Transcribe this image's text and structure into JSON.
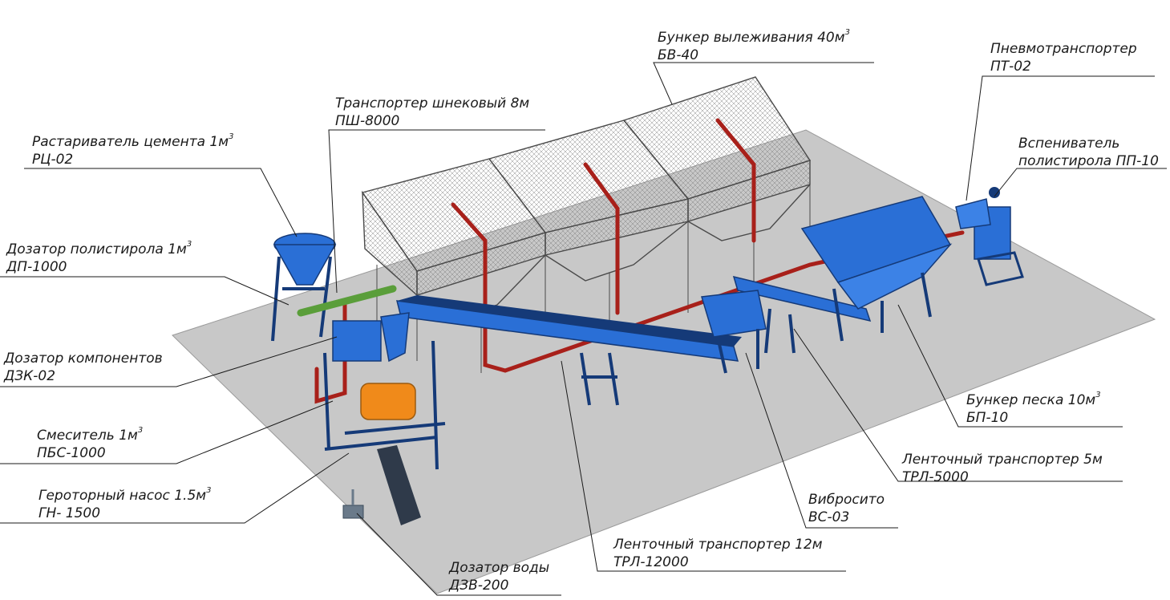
{
  "colors": {
    "floor": "#c8c8c8",
    "machinery": "#2a6fd6",
    "machinery_dark": "#153a78",
    "pipe": "#a8201a",
    "mixer": "#f08a1a",
    "screw": "#5a9e3a",
    "mesh": "#555555",
    "text": "#1a1a1a"
  },
  "callouts": [
    {
      "id": "bunker-40",
      "title": "Бункер вылеживания 40м",
      "sup": "3",
      "code": "БВ-40"
    },
    {
      "id": "pneumo",
      "title": "Пневмотранспортер",
      "sup": "",
      "code": "ПТ-02"
    },
    {
      "id": "auger",
      "title": "Транспортер шнековый 8м",
      "sup": "",
      "code": "ПШ-8000"
    },
    {
      "id": "foamer",
      "title": "Вспениватель",
      "sup": "",
      "code": "полистирола ПП-10"
    },
    {
      "id": "cement",
      "title": "Растариватель цемента 1м",
      "sup": "3",
      "code": "РЦ-02"
    },
    {
      "id": "polystyrene",
      "title": "Дозатор полистирола 1м",
      "sup": "3",
      "code": "ДП-1000"
    },
    {
      "id": "components",
      "title": "Дозатор компонентов",
      "sup": "",
      "code": "ДЗК-02"
    },
    {
      "id": "mixer",
      "title": "Смеситель 1м",
      "sup": "3",
      "code": "ПБС-1000"
    },
    {
      "id": "gerotor",
      "title": "Героторный насос 1.5м",
      "sup": "3",
      "code": "ГН- 1500"
    },
    {
      "id": "sand",
      "title": "Бункер песка 10м",
      "sup": "3",
      "code": "БП-10"
    },
    {
      "id": "belt5",
      "title": "Ленточный транспортер 5м",
      "sup": "",
      "code": "ТРЛ-5000"
    },
    {
      "id": "sieve",
      "title": "Вибросито",
      "sup": "",
      "code": "ВС-03"
    },
    {
      "id": "belt12",
      "title": "Ленточный транспортер 12м",
      "sup": "",
      "code": "ТРЛ-12000"
    },
    {
      "id": "water",
      "title": "Дозатор воды",
      "sup": "",
      "code": "ДЗВ-200"
    }
  ]
}
